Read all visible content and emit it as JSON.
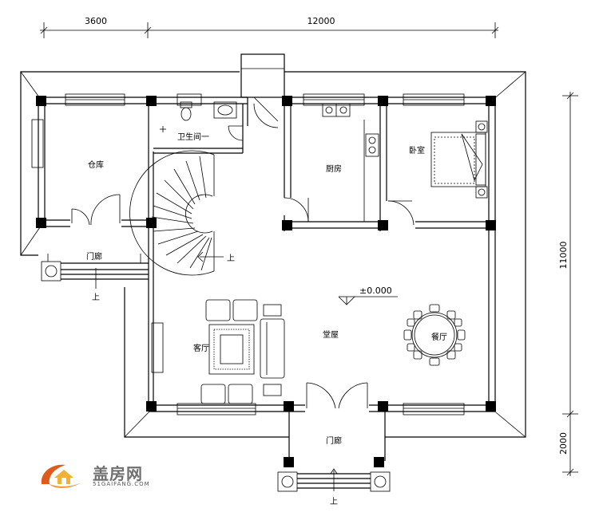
{
  "dimensions": {
    "top_left": "3600",
    "top_right": "12000",
    "right_main": "11000",
    "right_porch": "2000"
  },
  "rooms": {
    "storage": "仓库",
    "bathroom": "卫生间一",
    "kitchen": "厨房",
    "bedroom": "卧室",
    "side_porch": "门廊",
    "front_porch": "门廊",
    "hall": "堂屋",
    "living_room": "客厅",
    "dining_room": "餐厅"
  },
  "markers": {
    "elevation": "±0.000",
    "up_stairs": "上",
    "up_side": "上",
    "up_front": "上"
  },
  "brand": {
    "name": "盖房网",
    "url": "51GAIFANG.COM"
  }
}
